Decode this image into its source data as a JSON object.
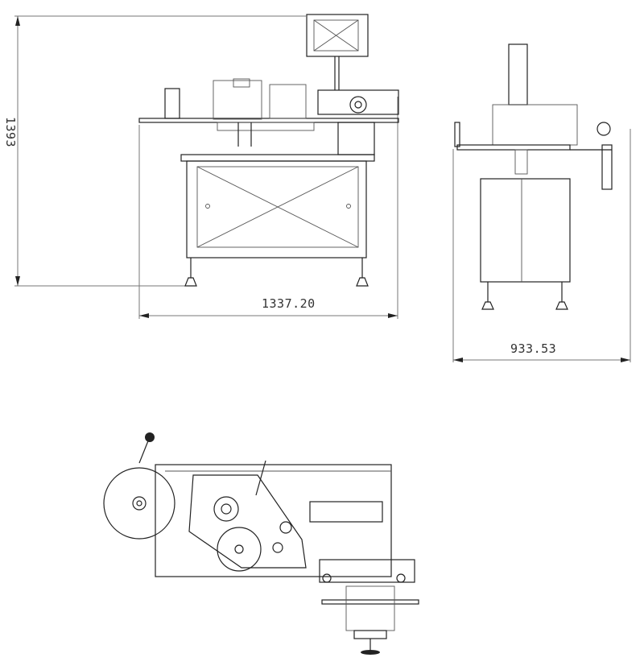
{
  "dimensions": {
    "height": "1393",
    "front_width": "1337.20",
    "side_width": "933.53"
  }
}
